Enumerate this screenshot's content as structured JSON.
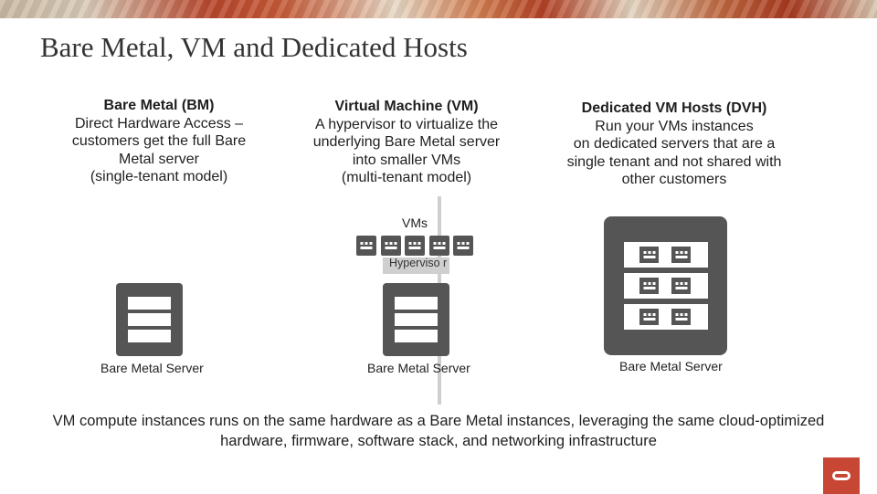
{
  "slide": {
    "title": "Bare Metal, VM and Dedicated Hosts",
    "columns": [
      {
        "heading": "Bare Metal (BM)",
        "lines": [
          "Direct Hardware Access –",
          "customers get the full Bare",
          "Metal server",
          "(single-tenant model)"
        ]
      },
      {
        "heading": "Virtual Machine (VM)",
        "lines": [
          "A hypervisor to virtualize the",
          "underlying Bare Metal server",
          "into smaller VMs",
          "(multi-tenant model)"
        ]
      },
      {
        "heading": "Dedicated VM Hosts (DVH)",
        "lines": [
          "Run your  VMs instances",
          "on dedicated servers that are a",
          "single tenant and not shared with",
          "other customers"
        ]
      }
    ],
    "diagram": {
      "vms_label": "VMs",
      "hypervisor_label": "Hyperviso r",
      "server_labels": [
        "Bare Metal Server",
        "Bare Metal Server",
        "Bare Metal Server"
      ]
    },
    "footer": "VM compute instances runs on the same hardware as a Bare Metal instances, leveraging the same cloud-optimized hardware, firmware, software stack, and networking infrastructure"
  },
  "icons": {
    "vm_icon": "keyboard-grid-icon",
    "server_icon": "server-rack-icon",
    "brand_logo": "oracle-logo-icon"
  },
  "colors": {
    "brand": "#c74634",
    "server": "#555555",
    "divider": "#cfcfcf"
  }
}
